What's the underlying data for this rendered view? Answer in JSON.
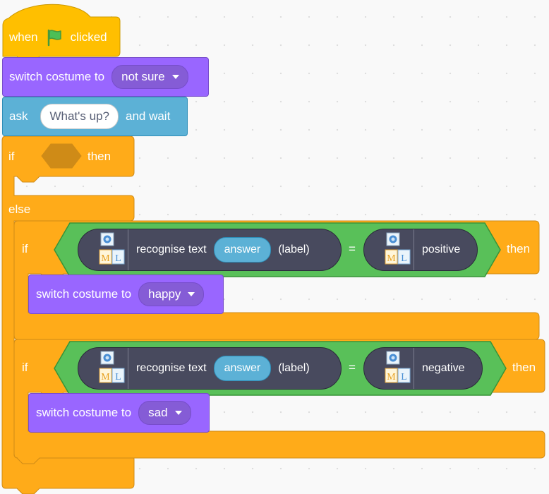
{
  "script": {
    "hat": {
      "when": "when",
      "clicked": "clicked",
      "flag_color": "#4cbf56"
    },
    "switch1": {
      "label": "switch costume to",
      "value": "not sure"
    },
    "ask": {
      "label": "ask",
      "input": "What's up?",
      "suffix": "and wait"
    },
    "if_else": {
      "if": "if",
      "then": "then",
      "else": "else"
    },
    "inner_if_1": {
      "if": "if",
      "then": "then",
      "recognise": "recognise text",
      "arg": "answer",
      "mode": "(label)",
      "equals": "=",
      "compare": "positive",
      "switch": {
        "label": "switch costume to",
        "value": "happy"
      }
    },
    "inner_if_2": {
      "if": "if",
      "then": "then",
      "recognise": "recognise text",
      "arg": "answer",
      "mode": "(label)",
      "equals": "=",
      "compare": "negative",
      "switch": {
        "label": "switch costume to",
        "value": "sad"
      }
    },
    "ml_icon_text": "ML",
    "colors": {
      "events": "#ffbf00",
      "looks": "#9966ff",
      "sensing": "#5cb1d6",
      "control": "#ffab19",
      "operators": "#59c059",
      "ml_extension": "#484a5e"
    }
  }
}
